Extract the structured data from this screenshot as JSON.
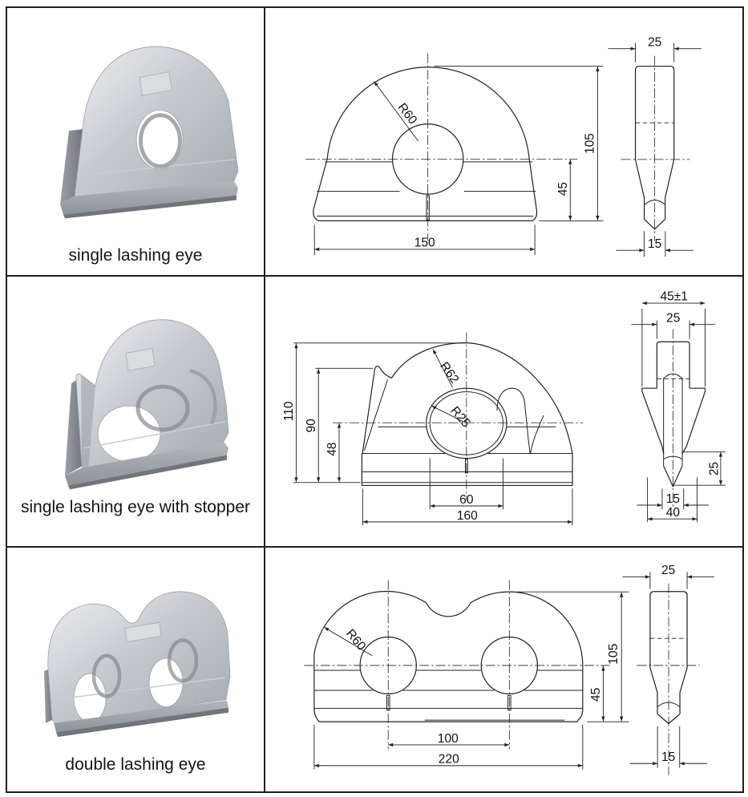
{
  "colors": {
    "line": "#222222",
    "text": "#111111",
    "border": "#1f1f1f",
    "metal_light": "#eceef0",
    "metal_mid": "#b9bec3",
    "metal_dark": "#787d82"
  },
  "table": {
    "rows": [
      {
        "caption": "single lashing eye",
        "dims": {
          "radius": "R60",
          "height": "105",
          "height_mid": "45",
          "width": "150",
          "side_top": "25",
          "side_bottom": "15"
        }
      },
      {
        "caption": "single lashing eye with stopper",
        "dims": {
          "radius": "R62",
          "hole_radius": "R25",
          "height": "110",
          "height_stopper": "90",
          "height_mid": "48",
          "hole_span": "60",
          "width": "160",
          "side_overall": "45±1",
          "side_top": "25",
          "side_tip": "25",
          "side_bottom": "15",
          "side_base": "40"
        }
      },
      {
        "caption": "double lashing eye",
        "dims": {
          "radius": "R60",
          "height": "105",
          "height_mid": "45",
          "hole_spacing": "100",
          "width": "220",
          "side_top": "25",
          "side_bottom": "15"
        }
      }
    ]
  }
}
